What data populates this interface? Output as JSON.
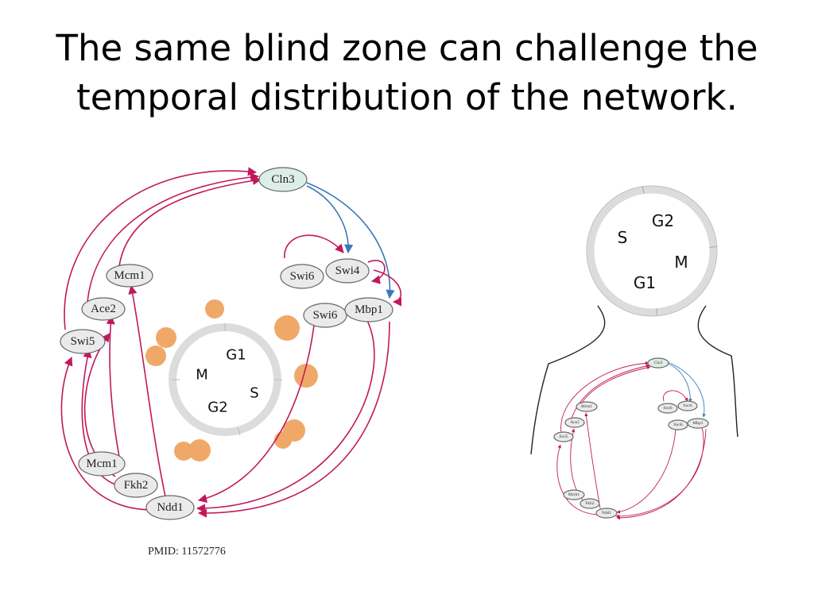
{
  "slide": {
    "title": "The same blind zone can challenge the temporal distribution of the network."
  },
  "left_diagram": {
    "nodes": {
      "cln3": "Cln3",
      "mcm1_top": "Mcm1",
      "ace2": "Ace2",
      "swi5": "Swi5",
      "swi6_a": "Swi6",
      "swi4": "Swi4",
      "swi6_b": "Swi6",
      "mbp1": "Mbp1",
      "mcm1_bottom": "Mcm1",
      "fkh2": "Fkh2",
      "ndd1": "Ndd1"
    },
    "cell_cycle": {
      "g1": "G1",
      "s": "S",
      "g2": "G2",
      "m": "M"
    },
    "citation": "PMID: 11572776",
    "colors": {
      "activation_edge": "#c2185b",
      "cln3_edge": "#3a7ab8",
      "cell_blob": "#f0a869",
      "node_fill": "#eaeaea"
    }
  },
  "right_diagram": {
    "head_phases": {
      "g2": "G2",
      "s": "S",
      "m": "M",
      "g1": "G1"
    },
    "nodes": {
      "cln3": "Cln3",
      "mcm1_top": "Mcm1",
      "ace2": "Ace2",
      "swi5": "Swi5",
      "swi6_a": "Swi6",
      "swi4": "Swi4",
      "swi6_b": "Swi6",
      "mbp1": "Mbp1",
      "mcm1_bottom": "Mcm1",
      "fkh2": "Fkh2",
      "ndd1": "Ndd1"
    }
  }
}
